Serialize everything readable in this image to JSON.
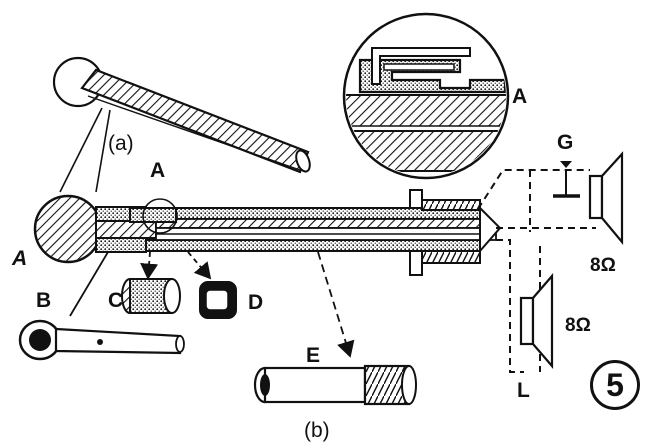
{
  "figure": {
    "labels": {
      "a_inset": "A",
      "a_left": "A",
      "a_middle": "A",
      "b": "B",
      "c": "C",
      "d": "D",
      "e": "E",
      "g": "G",
      "l": "L",
      "ohm_top": "8Ω",
      "ohm_bottom": "8Ω",
      "caption_a": "(a)",
      "caption_b": "(b)"
    },
    "number": "5"
  }
}
